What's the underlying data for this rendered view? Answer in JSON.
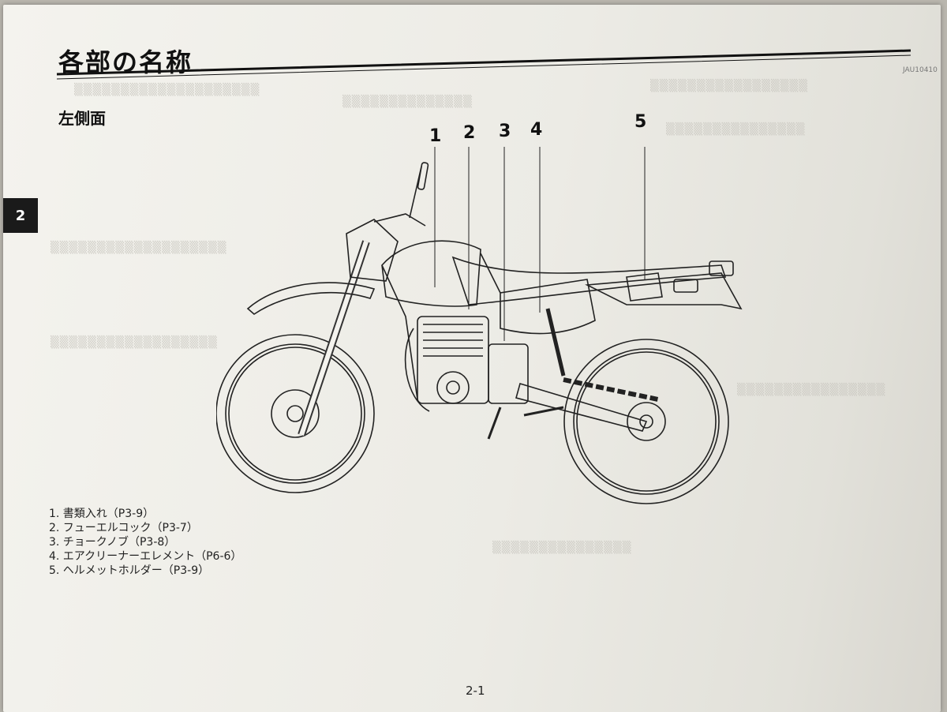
{
  "header": {
    "title": "各部の名称",
    "code": "JAU10410"
  },
  "section_title": "左側面",
  "chapter_tab": "2",
  "callouts": [
    "1",
    "2",
    "3",
    "4",
    "5"
  ],
  "parts": [
    "1. 書類入れ（P3-9）",
    "2. フューエルコック（P3-7）",
    "3. チョークノブ（P3-8）",
    "4. エアクリーナーエレメント（P6-6）",
    "5. ヘルメットホルダー（P3-9）"
  ],
  "page_number": "2-1"
}
